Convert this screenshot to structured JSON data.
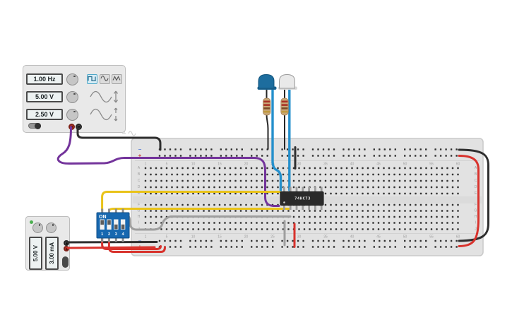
{
  "function_generator": {
    "frequency": "1.00 Hz",
    "amplitude": "5.00 V",
    "offset": "2.50 V",
    "waveforms": [
      "square",
      "sine",
      "triangle"
    ],
    "selected_waveform": "square"
  },
  "power_supply": {
    "voltage": "5.00 V",
    "current": "3.00 mA"
  },
  "ic": {
    "label": "74HC73"
  },
  "dip_switch": {
    "label": "ON",
    "positions": [
      "1",
      "2",
      "3",
      "4"
    ],
    "states": [
      "on",
      "on",
      "off",
      "off"
    ]
  },
  "breadboard": {
    "column_numbers": [
      "1",
      "5",
      "10",
      "15",
      "20",
      "25",
      "30",
      "35",
      "40",
      "45",
      "50",
      "55",
      "60"
    ],
    "row_letters_top": [
      "A",
      "B",
      "C",
      "D",
      "E"
    ],
    "row_letters_bottom": [
      "F",
      "G",
      "H",
      "I",
      "J"
    ],
    "rail_negative": "−",
    "rail_positive": "+"
  },
  "colors": {
    "board_bg": "#e2e2e2",
    "panel_bg": "#e9e9e9",
    "display_bg": "#edf2f2",
    "selected_wave_bg": "#d8edf6",
    "selected_wave_border": "#4fa8c8",
    "terminal_red": "#b5382b",
    "terminal_black": "#4a4a4a",
    "wire_black": "#2e2e2e",
    "wire_purple": "#73339b",
    "wire_yellow": "#e9c319",
    "wire_gray": "#9e9e9e",
    "wire_red": "#d8322c",
    "wire_blue": "#2590cc",
    "led_blue": "#1d6d9e",
    "led_white": "#e9e9e9",
    "ic_body": "#2a2a2a",
    "dip_blue": "#1768b0",
    "resistor_body": "#c9a877",
    "band_1": "#a93226",
    "band_2": "#a93226",
    "band_3": "#7a4b28",
    "band_4": "#c19a3f"
  }
}
